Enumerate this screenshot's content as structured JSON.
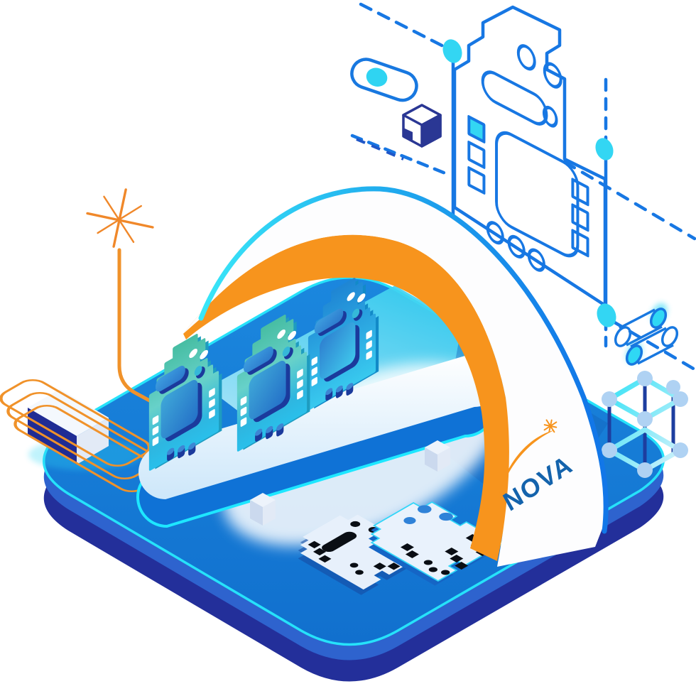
{
  "logo": {
    "text": "NOVA"
  },
  "scene": {
    "description_elements": [
      "blueprint-chip-schematic",
      "isometric-platform",
      "ribbon-arch",
      "standing-chip-cards",
      "flat-circuit-cards",
      "lattice-cube",
      "orange-starburst",
      "orange-wire",
      "stacked-orange-frames",
      "navy-box",
      "toggle-pill",
      "small-cube",
      "cylinder-pair"
    ],
    "colors": {
      "background": "#FFFFFF",
      "platform_top": "#1579D8",
      "platform_side": "#232F9A",
      "platform_rim_cyan": "#26E2FA",
      "blueprint_stroke": "#1777E3",
      "cyan_marker": "#33D6F3",
      "card_teal_top": "#48BEA4",
      "card_blue_bottom": "#25B4E6",
      "detail_navy": "#1B3A9C",
      "arch_orange": "#F7941D",
      "arch_white": "#FDFDFE",
      "arch_edge_cyan": "#39E7F8",
      "arch_edge_blue": "#1277E8",
      "conveyor_blue": "#0F72D6",
      "conveyor_glow": "#1EE7FF",
      "flat_card_fill": "#E7F0FB",
      "flat_card_dot_black": "#0A0E14",
      "flat_card_dot_blue": "#2F82D8",
      "lattice_post_navy": "#1D3E9F",
      "lattice_sphere": "#AFD2F3",
      "logo_text_blue": "#1463AC",
      "logo_swoosh_orange": "#F7941D"
    }
  }
}
